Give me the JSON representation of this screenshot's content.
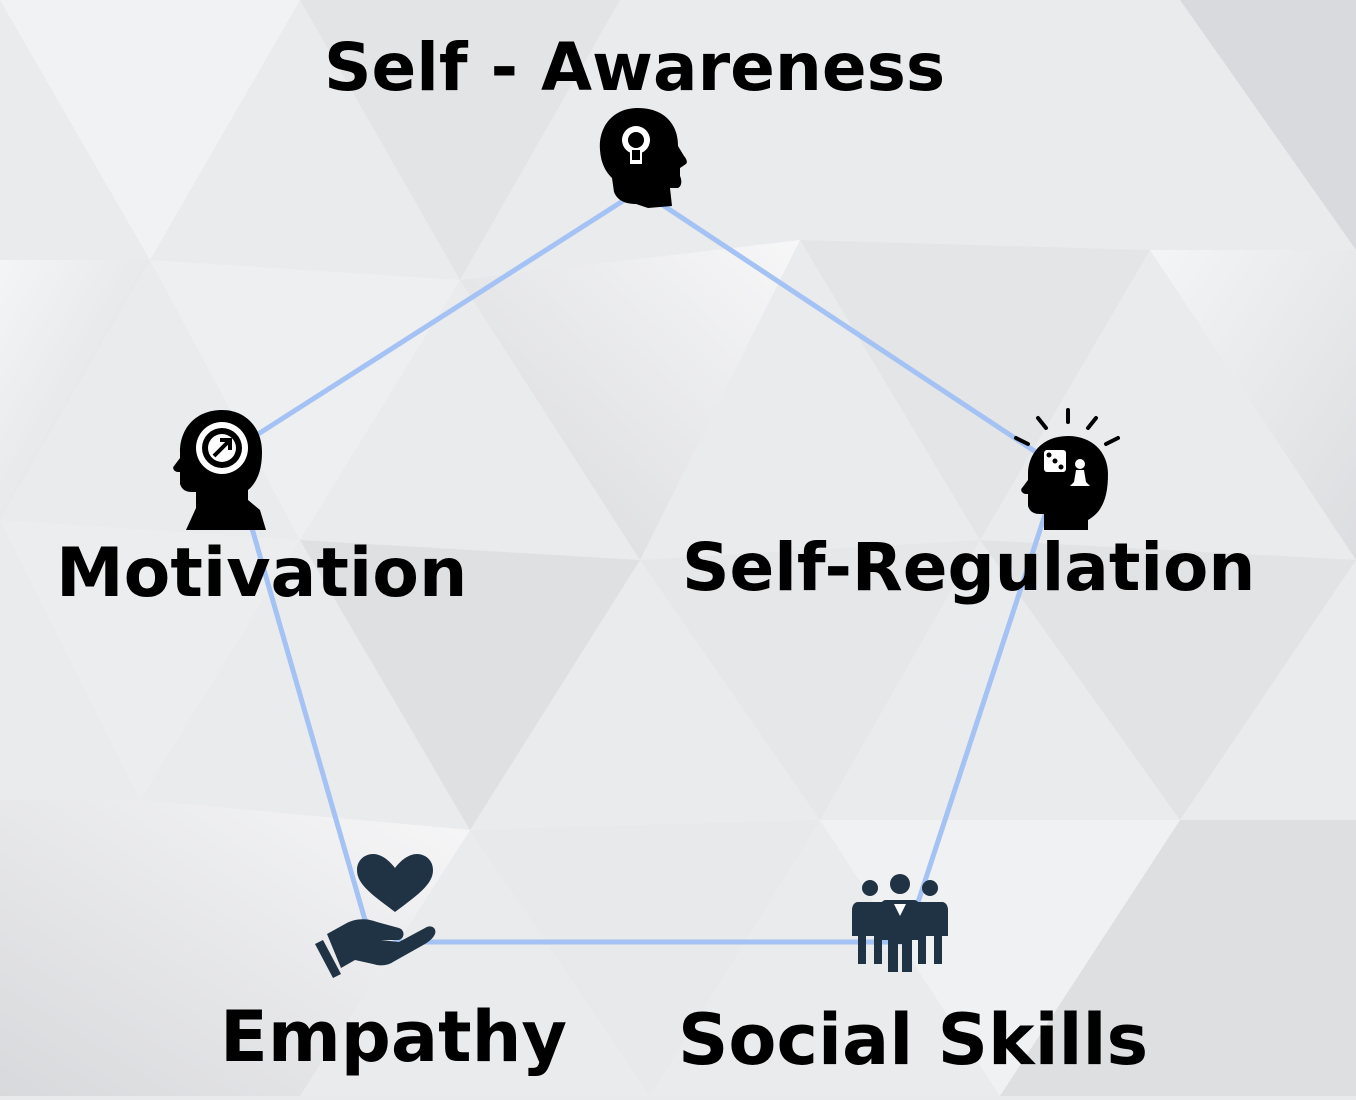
{
  "colors": {
    "background": "#e9eaec",
    "edge": "#a4c2f4",
    "icon_dark": "#000000",
    "icon_navy": "#1f3344"
  },
  "nodes": [
    {
      "id": "self-awareness",
      "label": "Self - Awareness",
      "icon": "head-lightbulb-icon"
    },
    {
      "id": "self-regulation",
      "label": "Self-Regulation",
      "icon": "head-strategy-icon"
    },
    {
      "id": "social-skills",
      "label": "Social Skills",
      "icon": "people-group-icon"
    },
    {
      "id": "empathy",
      "label": "Empathy",
      "icon": "hand-heart-icon"
    },
    {
      "id": "motivation",
      "label": "Motivation",
      "icon": "head-target-icon"
    }
  ],
  "edges": [
    [
      "self-awareness",
      "self-regulation"
    ],
    [
      "self-regulation",
      "social-skills"
    ],
    [
      "social-skills",
      "empathy"
    ],
    [
      "empathy",
      "motivation"
    ],
    [
      "motivation",
      "self-awareness"
    ]
  ]
}
